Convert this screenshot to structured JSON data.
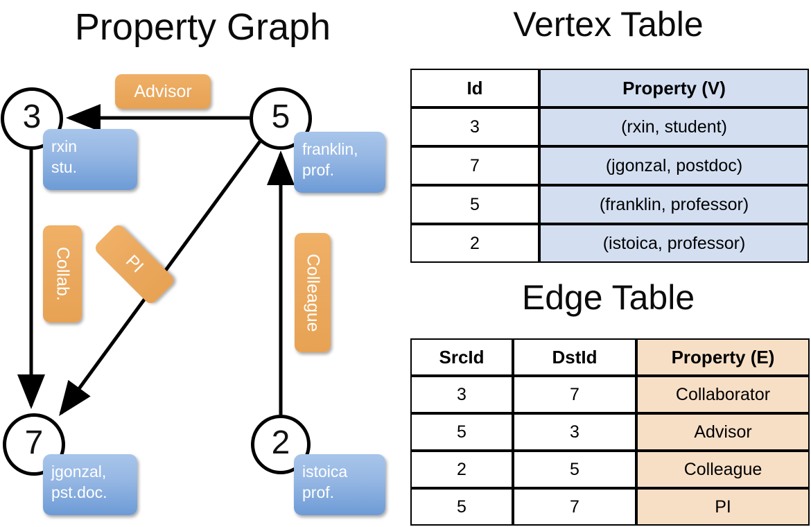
{
  "panels": {
    "graph_title": "Property Graph",
    "vertex_title": "Vertex Table",
    "edge_title": "Edge Table"
  },
  "graph": {
    "nodes": [
      {
        "id": "3",
        "property": [
          "rxin",
          "stu."
        ]
      },
      {
        "id": "5",
        "property": [
          "franklin,",
          "prof."
        ]
      },
      {
        "id": "7",
        "property": [
          "jgonzal,",
          "pst.doc."
        ]
      },
      {
        "id": "2",
        "property": [
          "istoica",
          "prof."
        ]
      }
    ],
    "edge_labels": [
      {
        "name": "advisor",
        "text": "Advisor"
      },
      {
        "name": "collab",
        "text": "Collab."
      },
      {
        "name": "pi",
        "text": "PI"
      },
      {
        "name": "colleague",
        "text": "Colleague"
      }
    ]
  },
  "vertex_table": {
    "headers": [
      "Id",
      "Property (V)"
    ],
    "rows": [
      {
        "id": "3",
        "property": "(rxin, student)"
      },
      {
        "id": "7",
        "property": "(jgonzal, postdoc)"
      },
      {
        "id": "5",
        "property": "(franklin, professor)"
      },
      {
        "id": "2",
        "property": "(istoica, professor)"
      }
    ]
  },
  "edge_table": {
    "headers": [
      "SrcId",
      "DstId",
      "Property (E)"
    ],
    "rows": [
      {
        "src": "3",
        "dst": "7",
        "property": "Collaborator"
      },
      {
        "src": "5",
        "dst": "3",
        "property": "Advisor"
      },
      {
        "src": "2",
        "dst": "5",
        "property": "Colleague"
      },
      {
        "src": "5",
        "dst": "7",
        "property": "PI"
      }
    ]
  },
  "colors": {
    "vertex_property_fill": "#d3dff1",
    "edge_property_fill": "#f7dfc6",
    "node_box_blue": "#6d9bd6",
    "edge_label_orange": "#eaa95f",
    "stroke": "#000000"
  }
}
